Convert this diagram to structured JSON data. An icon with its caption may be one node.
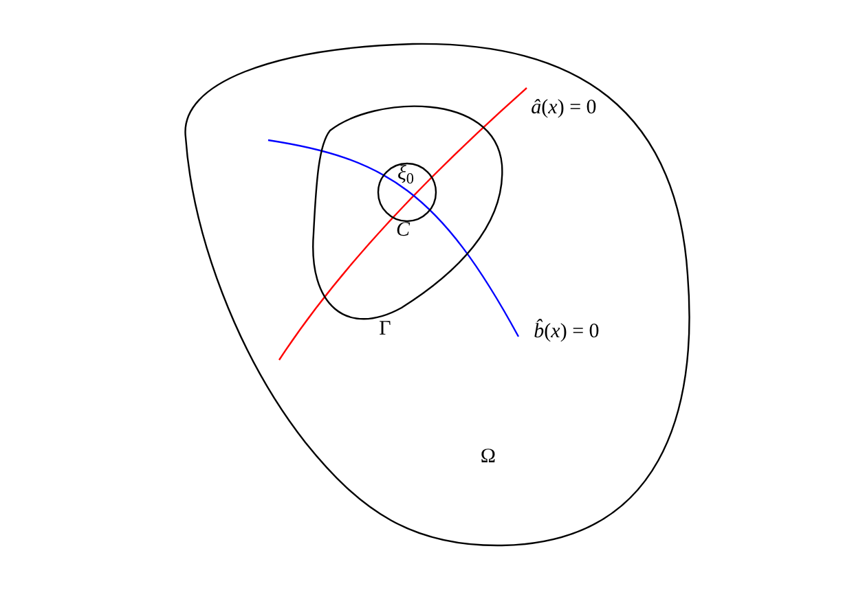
{
  "diagram": {
    "nodes": [
      {
        "text": [
          "Ω"
        ]
      },
      {
        "text": [
          "Γ"
        ],
        "in": 0
      },
      {
        "text": [
          "*ξ*$_{0}$",
          "C"
        ],
        "in": 1
      }
    ],
    "labels": [
      "*â*(*x*) = 0",
      "*b̂*(*x*) = 0"
    ]
  }
}
